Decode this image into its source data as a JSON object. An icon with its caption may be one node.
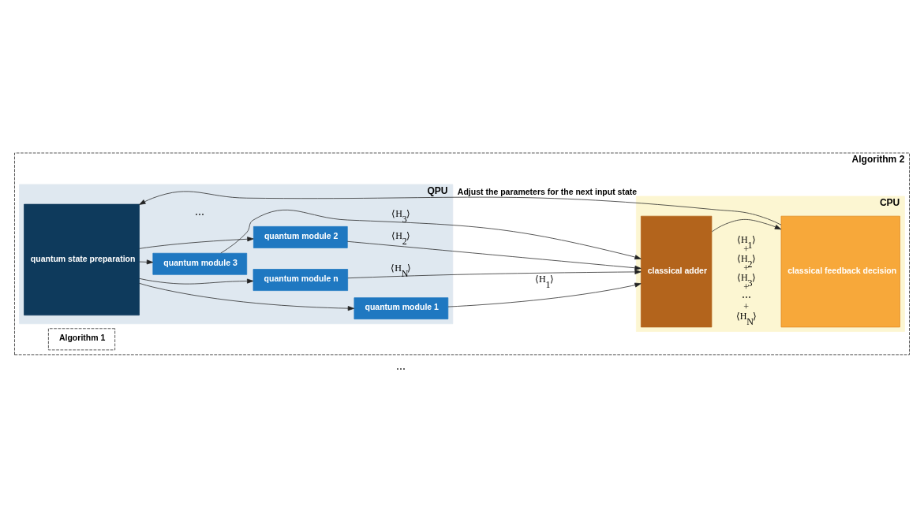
{
  "diagram": {
    "nodes": [
      {
        "text": [
          "Algorithm 2"
        ]
      },
      {
        "text": [
          "Algorithm 1"
        ],
        "in": 0
      },
      {
        "text": [
          "QPU"
        ],
        "in": 0
      },
      {
        "text": [
          "quantum state preparation"
        ],
        "in": 2
      },
      {
        "text": [
          "quantum module 1"
        ],
        "in": 2
      },
      {
        "text": [
          "quantum module 2"
        ],
        "in": 2
      },
      {
        "text": [
          "quantum module 3"
        ],
        "in": 2
      },
      {
        "text": [
          "quantum module n"
        ],
        "in": 2
      },
      {
        "text": [
          "CPU"
        ],
        "in": 0
      },
      {
        "text": [
          "classical adder"
        ],
        "in": 8,
        "beside": [
          "⟨H$_{1}$⟩ + ⟨H$_{2}$⟩ + ⟨H$_{3}$⟩ + ⋯ + ⟨H$_{N}$⟩"
        ]
      },
      {
        "text": [
          "classical feedback decision"
        ],
        "in": 8
      }
    ],
    "edges": [
      {
        "from": 3,
        "to": 4,
        "arrow": "to"
      },
      {
        "from": 3,
        "to": 5,
        "arrow": "to"
      },
      {
        "from": 3,
        "to": 6,
        "arrow": "to"
      },
      {
        "from": 3,
        "to": 7,
        "arrow": "to"
      },
      {
        "from": 4,
        "to": 9,
        "arrow": "to",
        "label": "⟨H$_{1}$⟩"
      },
      {
        "from": 5,
        "to": 9,
        "arrow": "to",
        "label": "⟨H$_{2}$⟩"
      },
      {
        "from": 6,
        "to": 9,
        "arrow": "to",
        "label": "⟨H$_{3}$⟩"
      },
      {
        "from": 7,
        "to": 9,
        "arrow": "to",
        "label": "⟨H$_{N}$⟩"
      },
      {
        "from": 9,
        "to": 10,
        "arrow": "to"
      },
      {
        "from": 10,
        "to": 3,
        "arrow": "to",
        "label": "Adjust the parameters for the next input state"
      }
    ],
    "labels": [
      "⋯",
      "⋯"
    ]
  }
}
